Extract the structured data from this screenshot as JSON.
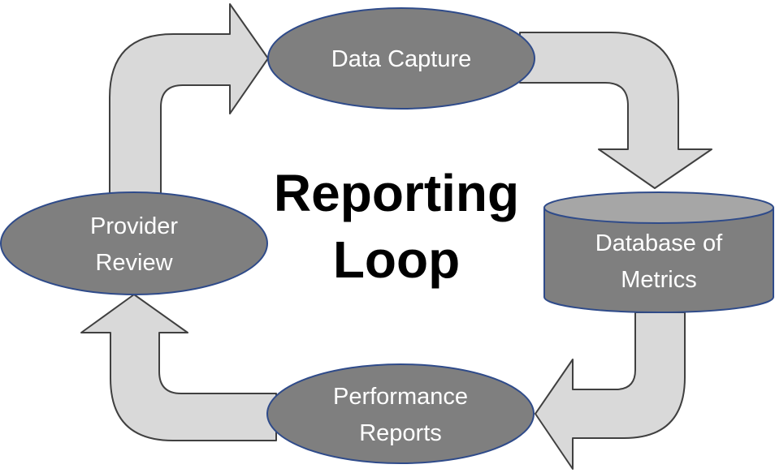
{
  "title": {
    "line1": "Reporting",
    "line2": "Loop"
  },
  "nodes": {
    "data_capture": {
      "label": "Data Capture"
    },
    "database": {
      "line1": "Database of",
      "line2": "Metrics"
    },
    "performance_reports": {
      "line1": "Performance",
      "line2": "Reports"
    },
    "provider_review": {
      "line1": "Provider",
      "line2": "Review"
    }
  },
  "colors": {
    "node_fill": "#7f7f7f",
    "node_stroke": "#2f4b8a",
    "arrow_fill": "#d9d9d9",
    "arrow_stroke": "#404040"
  }
}
